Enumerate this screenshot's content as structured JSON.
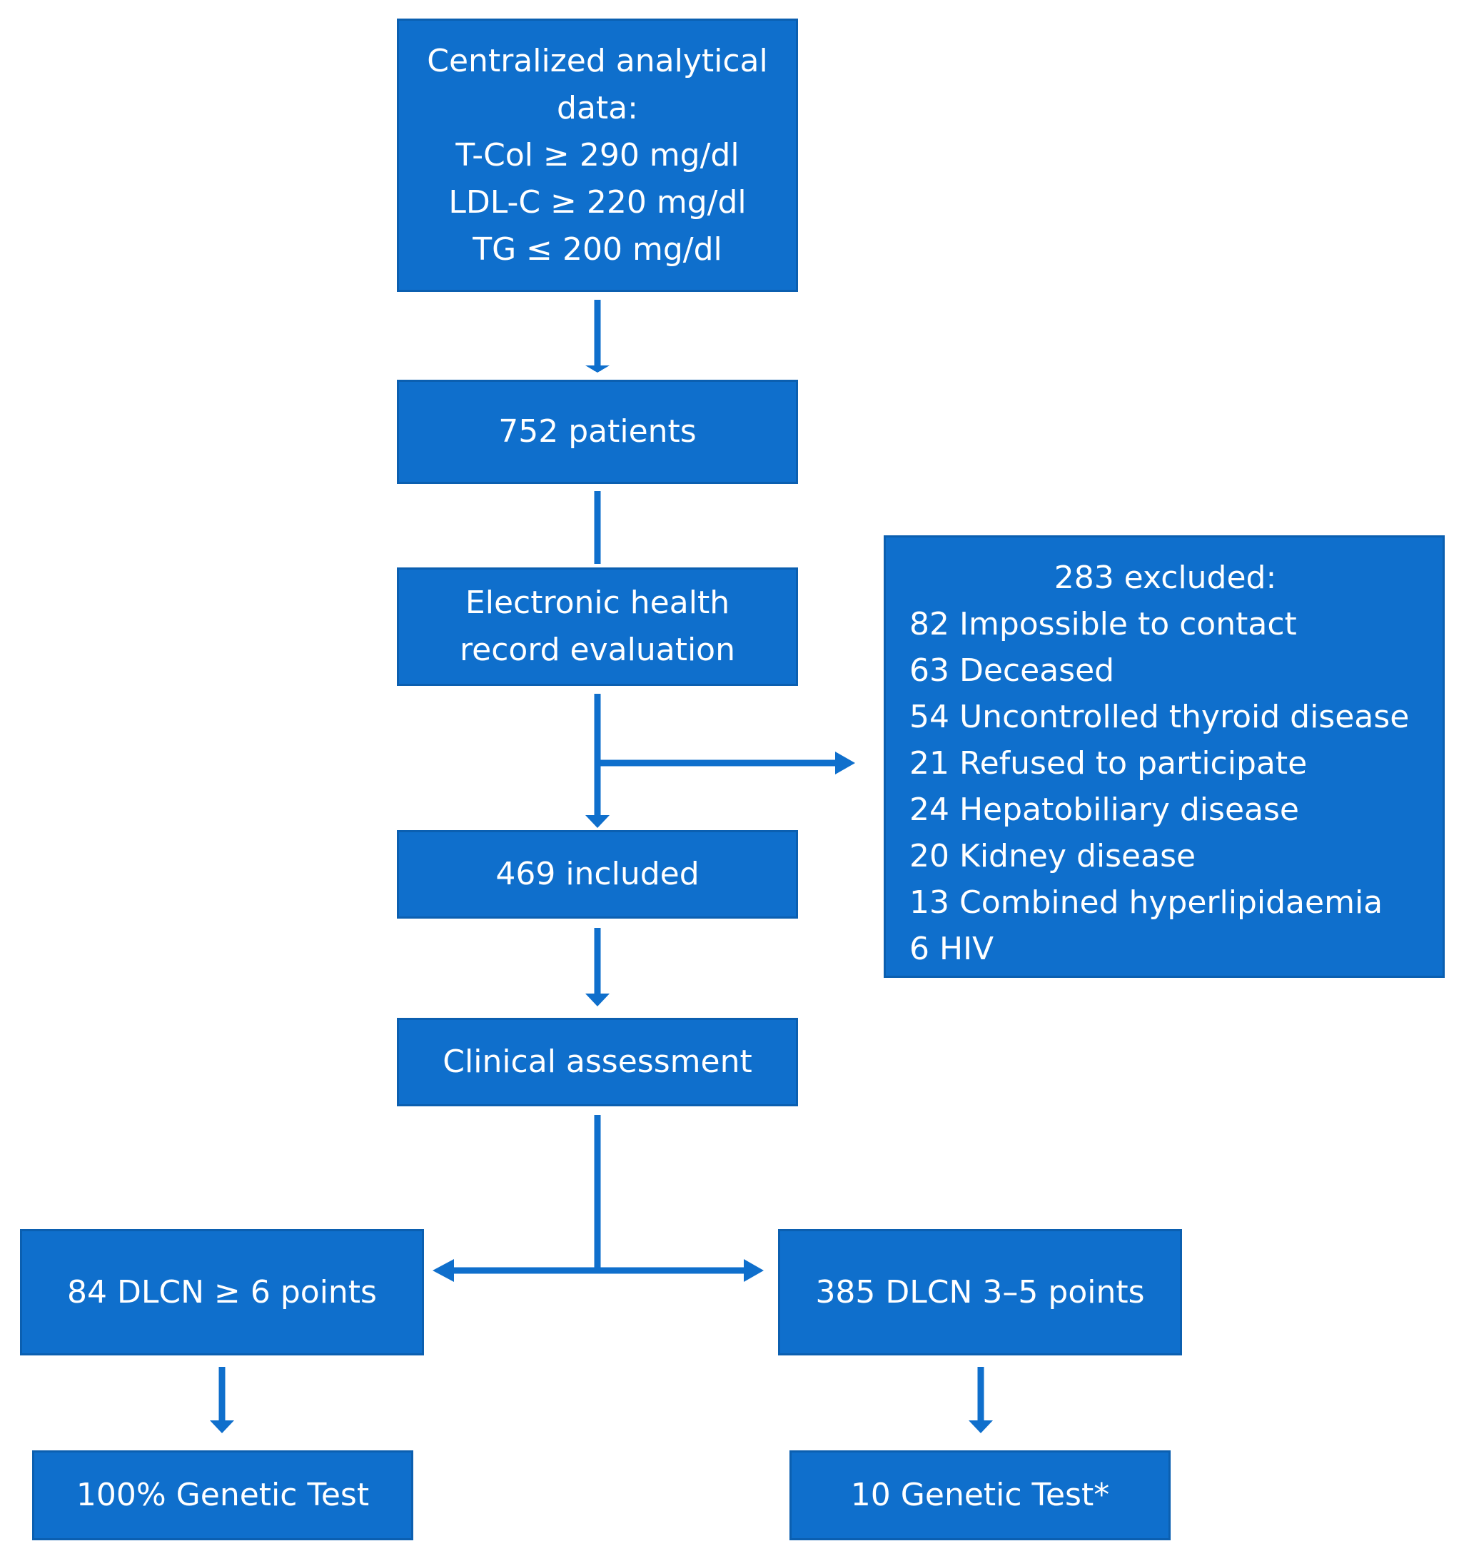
{
  "flowchart": {
    "start": {
      "lines": [
        "Centralized analytical",
        "data:",
        "T-Col ≥ 290 mg/dl",
        "LDL-C ≥ 220 mg/dl",
        "TG ≤ 200 mg/dl"
      ]
    },
    "patients": "752 patients",
    "ehr": {
      "lines": [
        "Electronic health",
        "record evaluation"
      ]
    },
    "included": "469 included",
    "excluded": {
      "title": "283 excluded:",
      "items": [
        "82 Impossible to contact",
        "63 Deceased",
        "54 Uncontrolled thyroid disease",
        "21 Refused to participate",
        "24 Hepatobiliary disease",
        "20 Kidney disease",
        "13 Combined hyperlipidaemia",
        "6 HIV"
      ]
    },
    "clinical": "Clinical assessment",
    "dlcn_high": "84 DLCN ≥ 6 points",
    "dlcn_mid": "385 DLCN 3–5 points",
    "genetic_high": "100% Genetic Test",
    "genetic_mid": "10 Genetic Test*"
  },
  "colors": {
    "box": "#0f6fcc",
    "arrow": "#0f6fcc",
    "text": "#ffffff"
  }
}
